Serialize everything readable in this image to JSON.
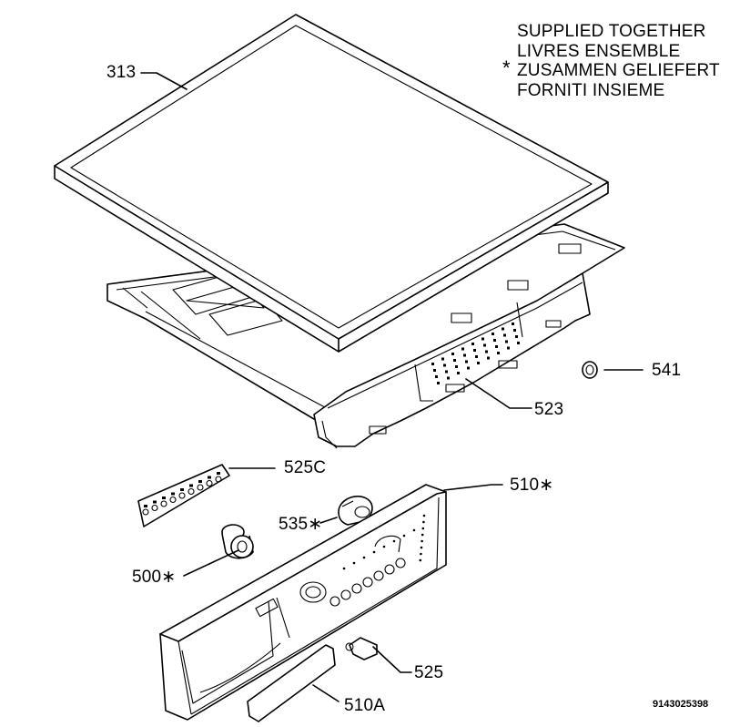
{
  "note": {
    "symbol": "*",
    "lines": [
      "SUPPLIED TOGETHER",
      "LIVRES ENSEMBLE",
      "ZUSAMMEN GELIEFERT",
      "FORNITI INSIEME"
    ]
  },
  "parts": {
    "p313": "313",
    "p541": "541",
    "p523": "523",
    "p525c": "525C",
    "p510": "510∗",
    "p535": "535∗",
    "p500": "500∗",
    "p525": "525",
    "p510a": "510A"
  },
  "document_id": "9143025398"
}
